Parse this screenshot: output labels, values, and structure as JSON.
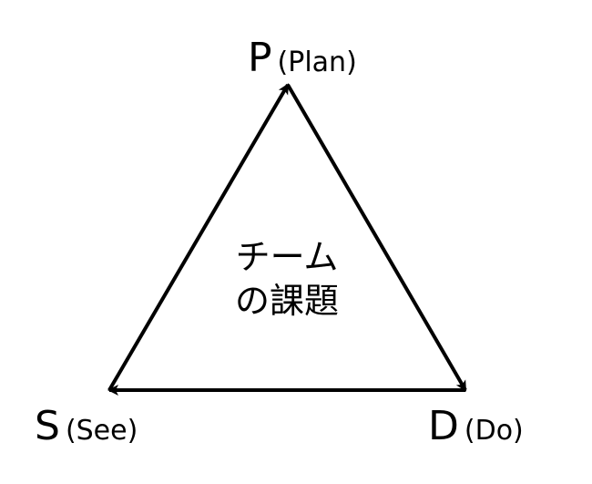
{
  "nodes": {
    "plan": {
      "letter": "P",
      "desc": "(Plan)"
    },
    "do": {
      "letter": "D",
      "desc": "(Do)"
    },
    "see": {
      "letter": "S",
      "desc": "(See)"
    }
  },
  "center": {
    "line1": "チーム",
    "line2": "の課題"
  },
  "colors": {
    "stroke": "#000000",
    "background": "#ffffff"
  }
}
